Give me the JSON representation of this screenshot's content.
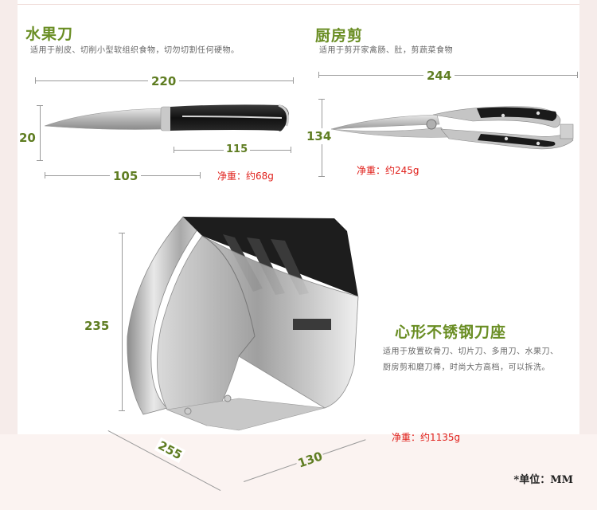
{
  "products": [
    {
      "title": "水果刀",
      "description": "适用于削皮、切削小型软组织食物，切勿切割任何硬物。",
      "weight": "净重：约68g",
      "dims": {
        "total_length": "220",
        "height": "20",
        "blade_length": "105",
        "handle_length": "115"
      }
    },
    {
      "title": "厨房剪",
      "description": "适用于剪开家禽肠、肚，剪蔬菜食物",
      "weight": "净重：约245g",
      "dims": {
        "total_length": "244",
        "height": "134"
      }
    },
    {
      "title": "心形不锈钢刀座",
      "description_lines": [
        "适用于放置砍骨刀、切片刀、多用刀、水果刀、",
        "厨房剪和磨刀棒，时尚大方高档，可以拆洗。"
      ],
      "weight": "净重：约1135g",
      "dims": {
        "height": "235",
        "length": "255",
        "width": "130"
      }
    }
  ],
  "unit_label": "*单位：MM",
  "colors": {
    "title_green": "#6a8e24",
    "weight_red": "#e0201b",
    "dim_green": "#5f7d22"
  }
}
